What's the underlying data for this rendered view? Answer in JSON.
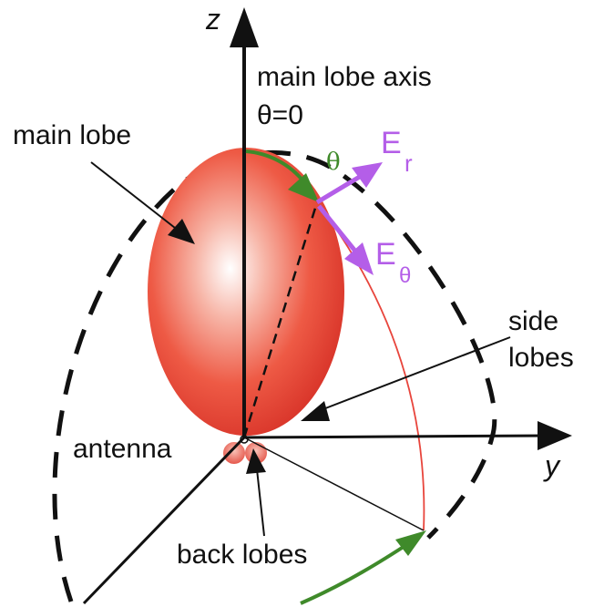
{
  "labels": {
    "z_axis": "z",
    "y_axis": "y",
    "main_lobe_axis": "main lobe axis",
    "theta_zero": "θ=0",
    "main_lobe": "main lobe",
    "theta": "θ",
    "e_r": "E",
    "e_r_sub": "r",
    "e_theta": "E",
    "e_theta_sub": "θ",
    "side_lobes_line1": "side",
    "side_lobes_line2": "lobes",
    "antenna": "antenna",
    "back_lobes": "back lobes"
  },
  "colors": {
    "lobe_fill": "#e8453c",
    "lobe_highlight": "#ffffff",
    "purple_vector": "#b45ee8",
    "green_vector": "#3f8a2a",
    "thin_red_line": "#e8453c",
    "dashed_outline": "#111111"
  }
}
